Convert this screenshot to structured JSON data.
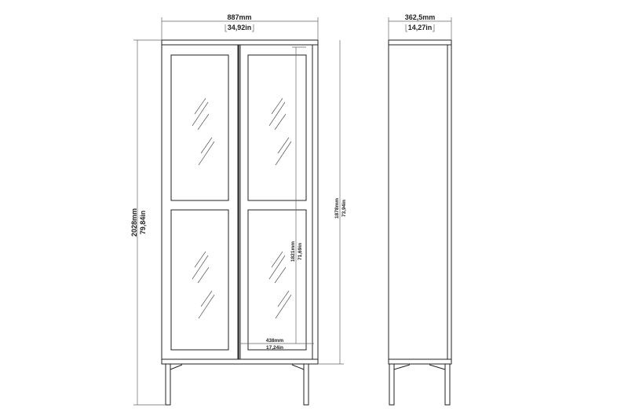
{
  "dimensions": {
    "width": {
      "mm": "887mm",
      "in": "34,92in"
    },
    "depth": {
      "mm": "362,5mm",
      "in": "14,27in"
    },
    "total_height": {
      "mm": "2028mm",
      "in": "79,84in"
    },
    "body_height": {
      "mm": "1878mm",
      "in": "73,94in"
    },
    "inner_height": {
      "mm": "1821mm",
      "in": "71,69in"
    },
    "inner_width": {
      "mm": "438mm",
      "in": "17,24in"
    }
  }
}
